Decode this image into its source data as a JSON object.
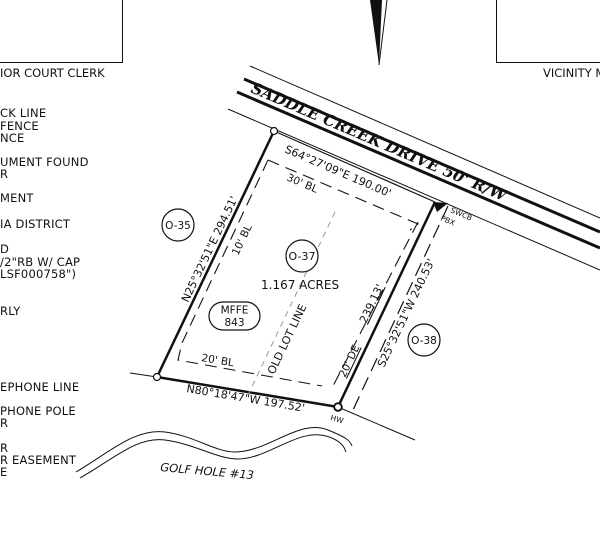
{
  "figure": {
    "type": "property plat / survey drawing",
    "title_block_left": {
      "caption": "IOR COURT CLERK"
    },
    "title_block_right": {
      "caption": "VICINITY M"
    },
    "legend": {
      "items": [
        "CK LINE",
        "FENCE",
        "NCE",
        "UMENT FOUND",
        "R",
        "MENT",
        "IA DISTRICT",
        "D",
        "/2\"RB W/ CAP",
        "LSF000758\")",
        "RLY",
        "EPHONE LINE",
        "PHONE POLE",
        "R",
        "R",
        "R EASEMENT",
        "E"
      ]
    },
    "road": {
      "name": "SADDLE CREEK DRIVE 50' R/W"
    },
    "lot": {
      "id": "O-37",
      "area": "1.167 ACRES",
      "mffe_label": "MFFE",
      "mffe_value": "843",
      "old_lot_line": "OLD LOT LINE"
    },
    "adjacent_lots": [
      "O-35",
      "O-38"
    ],
    "bearings": {
      "north_line": "S64°27'09\"E  190.00'",
      "west_line": "N25°32'51\"E  294.51'",
      "east_line": "S25°32'51\"W  240.53'",
      "south_line": "N80°18'47\"W  197.52'",
      "inner_east": "239.13'"
    },
    "setbacks": {
      "front": "30' BL",
      "side": "10' BL",
      "rear": "20' BL",
      "drainage": "20' DE"
    },
    "utilities": {
      "swcb": "SWCB",
      "pbx": "PBX",
      "hw": "HW"
    },
    "golf": {
      "label": "GOLF HOLE #13"
    },
    "colors": {
      "ink": "#111111",
      "background": "#ffffff"
    }
  }
}
